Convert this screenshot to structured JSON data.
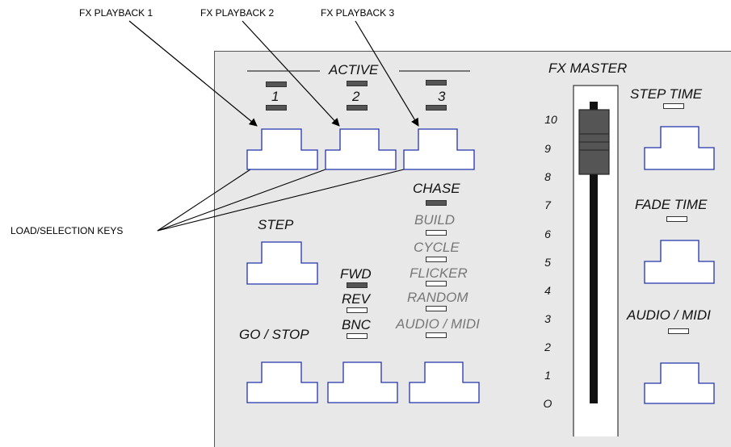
{
  "callouts": {
    "fx_playback_1": "FX PLAYBACK 1",
    "fx_playback_2": "FX PLAYBACK 2",
    "fx_playback_3": "FX PLAYBACK 3",
    "load_selection_keys": "LOAD/SELECTION KEYS"
  },
  "panel": {
    "active": "ACTIVE",
    "playback_numbers": [
      "1",
      "2",
      "3"
    ],
    "step": "STEP",
    "go_stop": "GO / STOP",
    "direction": {
      "fwd": "FWD",
      "rev": "REV",
      "bnc": "BNC"
    },
    "modes": {
      "chase": "CHASE",
      "build": "BUILD",
      "cycle": "CYCLE",
      "flicker": "FLICKER",
      "random": "RANDOM",
      "audio_midi": "AUDIO / MIDI"
    },
    "fx_master": "FX MASTER",
    "fader_scale": [
      "10",
      "9",
      "8",
      "7",
      "6",
      "5",
      "4",
      "3",
      "2",
      "1",
      "O"
    ],
    "step_time": "STEP TIME",
    "fade_time": "FADE TIME",
    "audio_midi_right": "AUDIO / MIDI"
  },
  "led_states": {
    "active_1": "on",
    "active_2": "on",
    "active_3": "on",
    "fwd": "on",
    "rev": "off",
    "bnc": "off",
    "chase": "on",
    "build": "off",
    "cycle": "off",
    "flicker": "off",
    "random": "off",
    "audio_midi": "off",
    "step_time": "off",
    "fade_time": "off",
    "audio_midi_right": "off"
  },
  "colors": {
    "panel_background": "#e8e8e8",
    "led_on": "#555555",
    "led_off": "#ffffff",
    "key_outline": "#2233aa",
    "dimmed_label": "#777777"
  }
}
